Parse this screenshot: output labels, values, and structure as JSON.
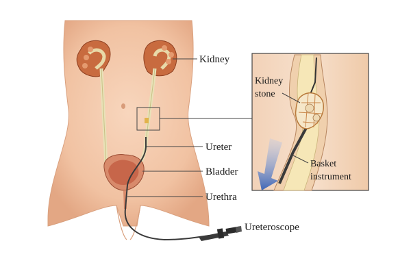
{
  "labels": {
    "kidney": "Kidney",
    "ureter": "Ureter",
    "bladder": "Bladder",
    "urethra": "Urethra",
    "ureteroscope": "Ureteroscope"
  },
  "inset": {
    "stone_line1": "Kidney",
    "stone_line2": "stone",
    "basket_line1": "Basket",
    "basket_line2": "instrument"
  },
  "colors": {
    "skin": "#f3c7a8",
    "skin_shadow": "#e4a887",
    "kidney": "#c86b3f",
    "ureter": "#e8e2b8",
    "bladder": "#c7664a",
    "inset_border": "#444444",
    "arrow": "#4a6fb8",
    "instrument": "#3a3a3a"
  }
}
